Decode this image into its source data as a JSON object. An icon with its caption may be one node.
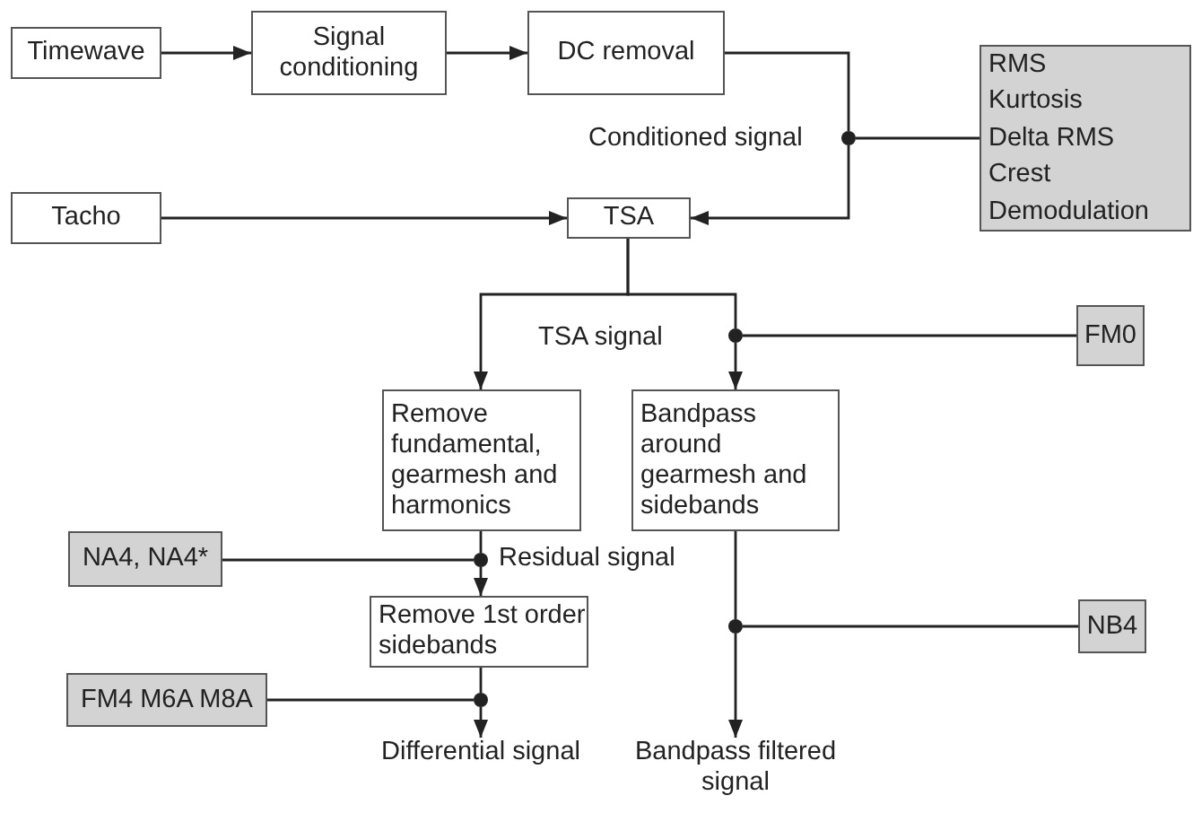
{
  "diagram": {
    "nodes": [
      {
        "text": [
          "Timewave"
        ]
      },
      {
        "text": [
          "Signal conditioning"
        ]
      },
      {
        "text": [
          "DC removal"
        ]
      },
      {
        "text": [
          "RMS",
          "Kurtosis",
          "Delta RMS",
          "Crest",
          "Demodulation"
        ]
      },
      {
        "text": [
          "Tacho"
        ]
      },
      {
        "text": [
          "TSA"
        ]
      },
      {
        "text": [
          "FM0"
        ]
      },
      {
        "text": [
          "Remove fundamental, gearmesh and harmonics"
        ]
      },
      {
        "text": [
          "Bandpass around gearmesh and sidebands"
        ]
      },
      {
        "text": [
          "NA4, NA4*"
        ]
      },
      {
        "text": [
          "Remove 1st order sidebands"
        ]
      },
      {
        "text": [
          "NB4"
        ]
      },
      {
        "text": [
          "FM4 M6A M8A"
        ]
      },
      {
        "text": [
          "Differential signal"
        ]
      },
      {
        "text": [
          "Bandpass filtered signal"
        ]
      },
      {
        "text": [],
        "shape": "circle"
      },
      {
        "text": [],
        "shape": "circle"
      },
      {
        "text": [],
        "shape": "circle"
      },
      {
        "text": [],
        "shape": "circle"
      },
      {
        "text": [],
        "shape": "circle"
      }
    ],
    "edges": [
      {
        "from": 0,
        "to": 1,
        "arrow": "to"
      },
      {
        "from": 1,
        "to": 2,
        "arrow": "to"
      },
      {
        "from": 2,
        "to": 15,
        "arrow": "none"
      },
      {
        "from": 15,
        "to": 5,
        "arrow": "to"
      },
      {
        "from": 15,
        "to": 3,
        "arrow": "none"
      },
      {
        "from": 4,
        "to": 5,
        "arrow": "to"
      },
      {
        "from": 5,
        "to": 7,
        "arrow": "to"
      },
      {
        "from": 5,
        "to": 16,
        "arrow": "none"
      },
      {
        "from": 16,
        "to": 8,
        "arrow": "to"
      },
      {
        "from": 16,
        "to": 6,
        "arrow": "none"
      },
      {
        "from": 7,
        "to": 17,
        "arrow": "none"
      },
      {
        "from": 17,
        "to": 10,
        "arrow": "to"
      },
      {
        "from": 17,
        "to": 9,
        "arrow": "none"
      },
      {
        "from": 10,
        "to": 19,
        "arrow": "none"
      },
      {
        "from": 19,
        "to": 13,
        "arrow": "to"
      },
      {
        "from": 19,
        "to": 12,
        "arrow": "none"
      },
      {
        "from": 8,
        "to": 18,
        "arrow": "none"
      },
      {
        "from": 18,
        "to": 14,
        "arrow": "to"
      },
      {
        "from": 18,
        "to": 11,
        "arrow": "none"
      }
    ],
    "labels": [
      "Conditioned signal",
      "TSA signal",
      "Residual signal"
    ]
  }
}
